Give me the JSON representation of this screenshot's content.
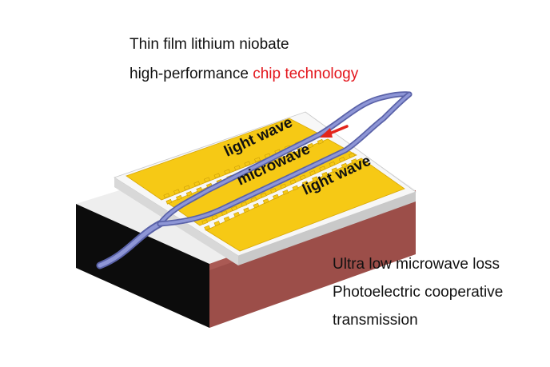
{
  "heading": {
    "line1": "Thin film lithium niobate",
    "line2_prefix": "high-performance ",
    "line2_highlight": "chip technology"
  },
  "labels": {
    "upper_wave": "light wave",
    "middle_wave": "microwave",
    "lower_wave": "light wave"
  },
  "features": [
    "Ultra low microwave loss",
    "Photoelectric cooperative",
    "transmission"
  ],
  "colors": {
    "accent_text": "#e3141b",
    "electrode_gold": "#f6c915",
    "waveguide": "#7e86c8",
    "substrate_side": "#9c4e49",
    "substrate_front": "#0c0c0c",
    "arrow": "#e3241b"
  },
  "icons": {
    "microwave_direction": "arrow-left-icon"
  }
}
